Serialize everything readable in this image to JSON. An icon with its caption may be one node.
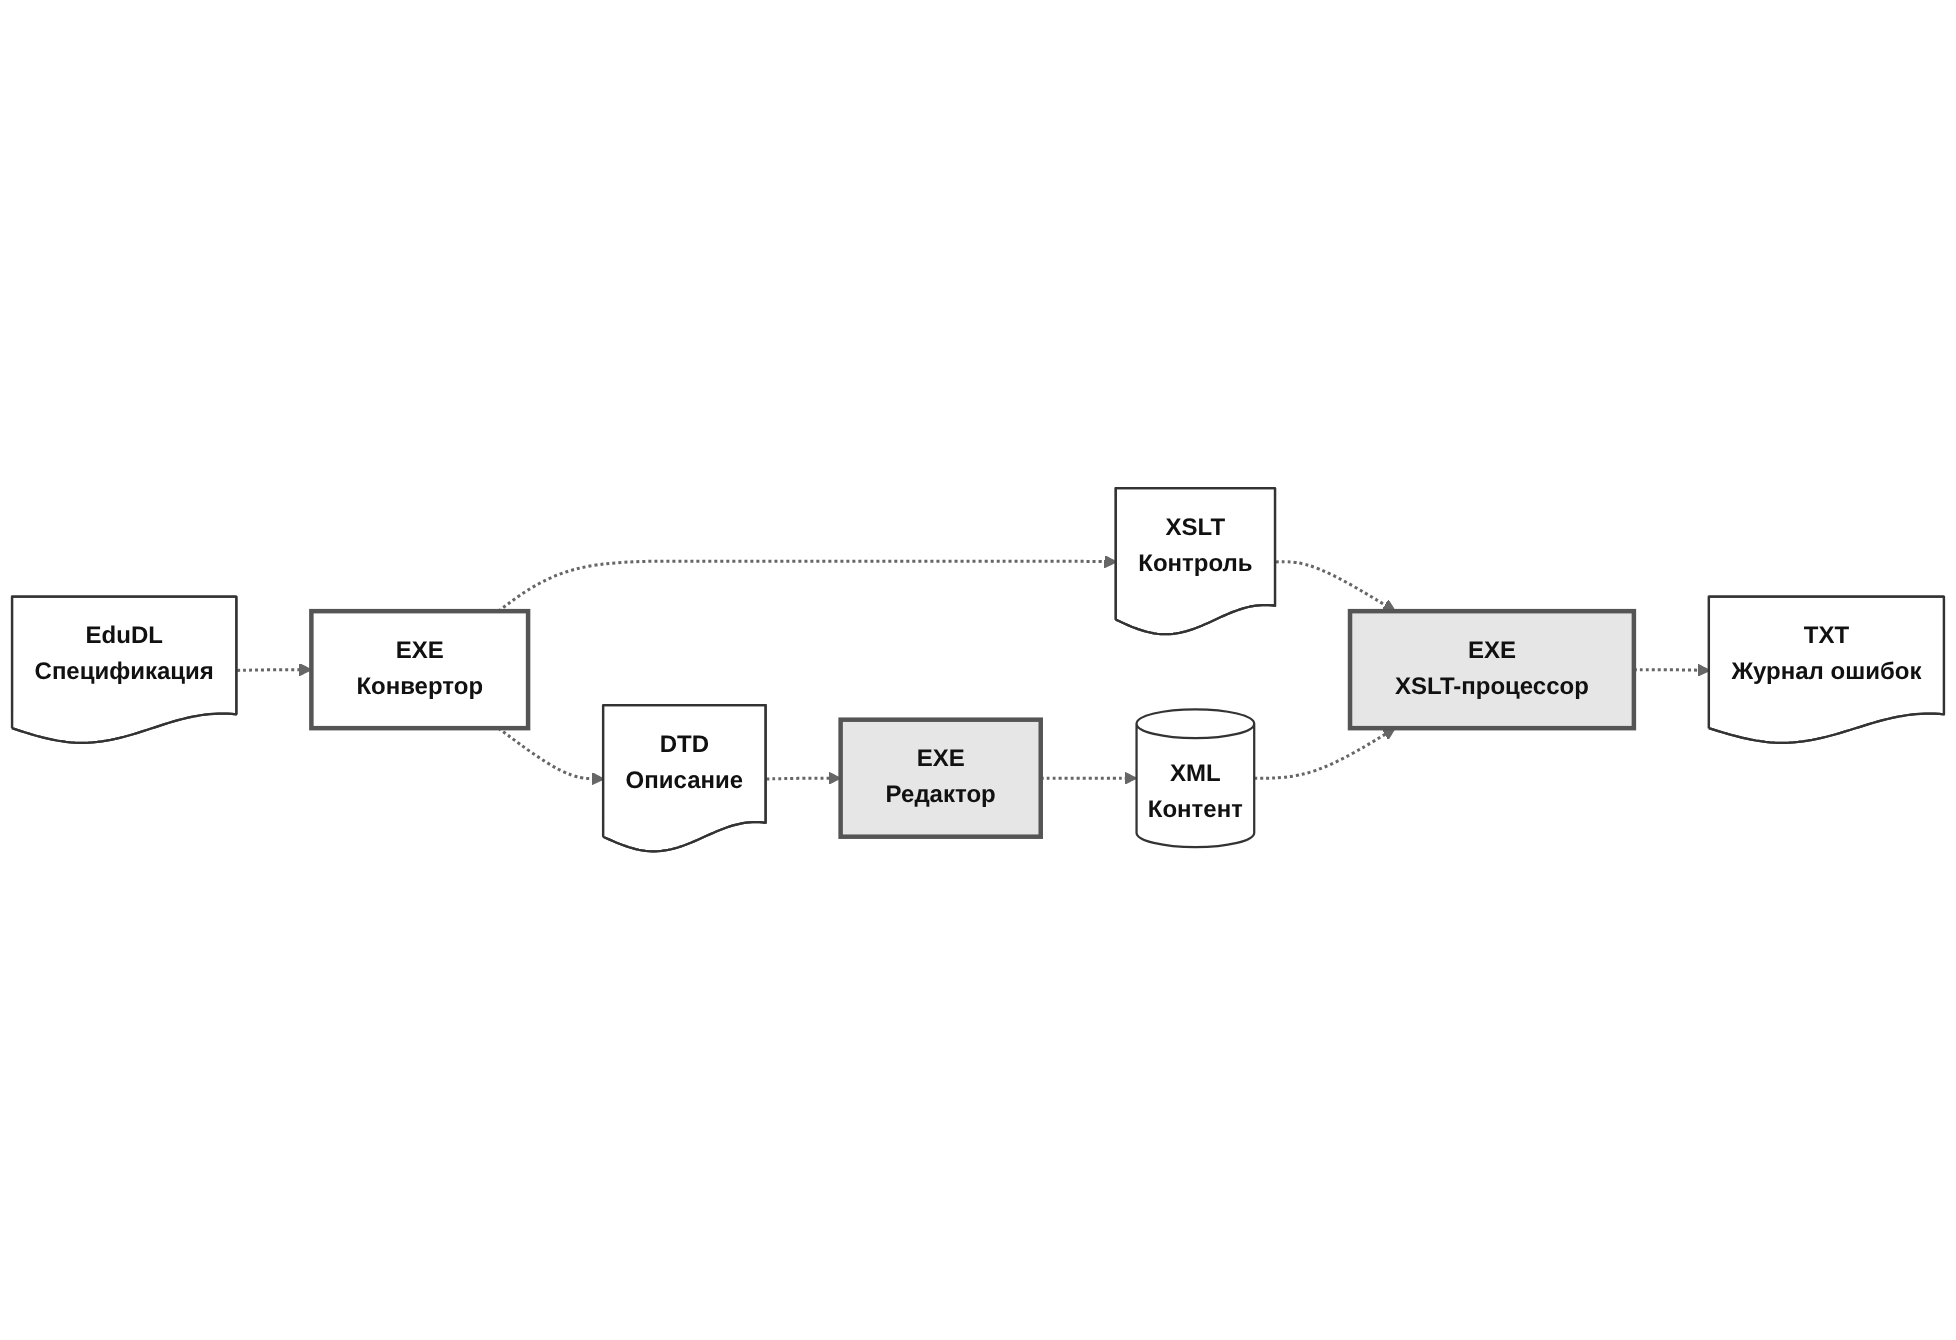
{
  "diagram": {
    "nodes": [
      {
        "text": [
          "EduDL",
          "Спецификация"
        ]
      },
      {
        "text": [
          "TXT",
          "Журнал ошибок"
        ]
      },
      {
        "text": [
          "EXE",
          "Конвертор"
        ]
      },
      {
        "text": [
          "XSLT",
          "Контроль"
        ]
      },
      {
        "text": [
          "EXE",
          "XSLT-процессор"
        ]
      },
      {
        "text": [
          "DTD",
          "Описание"
        ]
      },
      {
        "text": [
          "EXE",
          "Редактор"
        ]
      },
      {
        "text": [
          "XML",
          "Контент"
        ]
      }
    ],
    "edges": [
      {
        "from": 0,
        "to": 2,
        "arrow": "to",
        "style": "dashed"
      },
      {
        "from": 2,
        "to": 3,
        "arrow": "to",
        "style": "dashed"
      },
      {
        "from": 3,
        "to": 4,
        "arrow": "to",
        "style": "dashed"
      },
      {
        "from": 4,
        "to": 1,
        "arrow": "to",
        "style": "dashed"
      },
      {
        "from": 2,
        "to": 5,
        "arrow": "to",
        "style": "dashed"
      },
      {
        "from": 5,
        "to": 6,
        "arrow": "to",
        "style": "dashed"
      },
      {
        "from": 6,
        "to": 7,
        "arrow": "to",
        "style": "dashed"
      },
      {
        "from": 7,
        "to": 4,
        "arrow": "to",
        "style": "dashed"
      }
    ]
  }
}
